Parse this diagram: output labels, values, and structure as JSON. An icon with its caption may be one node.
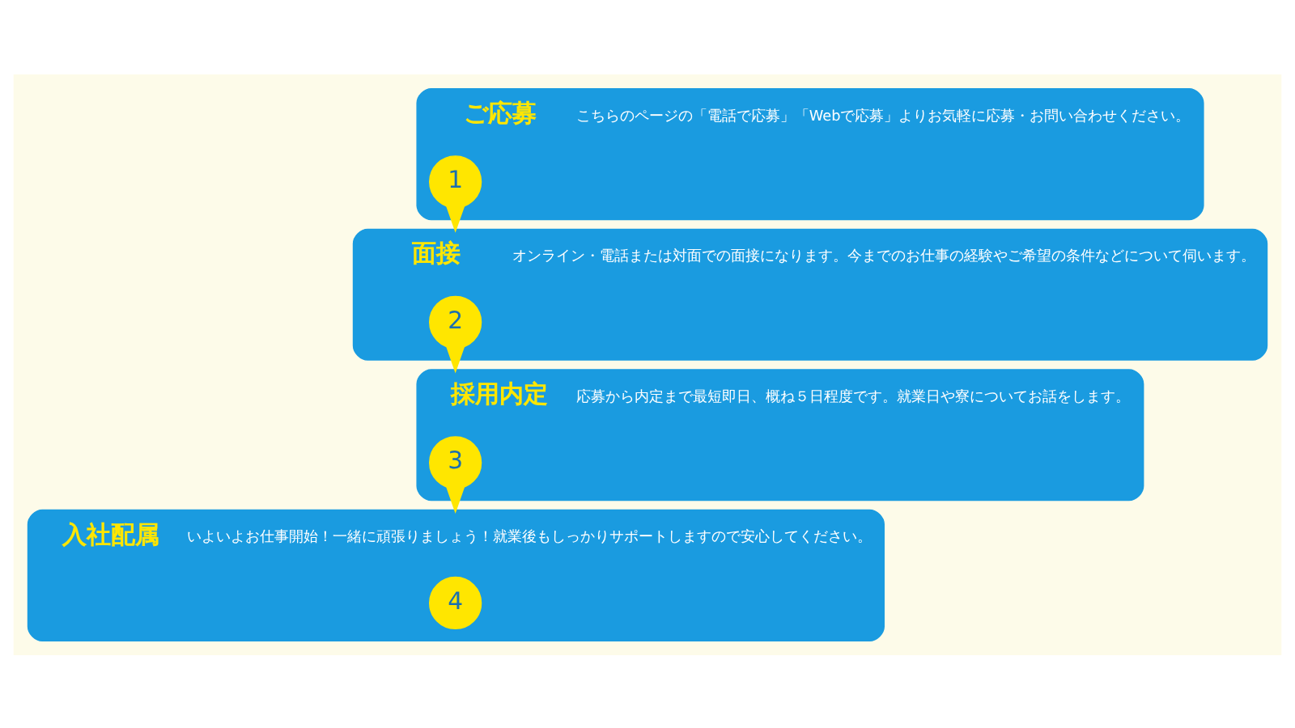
{
  "diagram": {
    "nodes": [
      {
        "text": [
          "ご応募",
          "こちらのページの「電話で応募」「Webで応募」よりお気軽に応募・お問い合わせください。"
        ]
      },
      {
        "text": [
          "1"
        ],
        "in": 0
      },
      {
        "text": [
          "面接",
          "オンライン・電話または対面での面接になります。今までのお仕事の経験やご希望の条件などについて伺います。"
        ]
      },
      {
        "text": [
          "2"
        ],
        "in": 2
      },
      {
        "text": [
          "採用内定",
          "応募から内定まで最短即日、概ね５日程度です。就業日や寮についてお話をします。"
        ]
      },
      {
        "text": [
          "3"
        ],
        "in": 4
      },
      {
        "text": [
          "入社配属",
          "いよいよお仕事開始！一緒に頑張りましょう！就業後もしっかりサポートしますので安心してください。"
        ]
      },
      {
        "text": [
          "4"
        ],
        "in": 6
      }
    ],
    "edges": [
      {
        "from": 0,
        "to": 2,
        "arrow": "to"
      },
      {
        "from": 2,
        "to": 4,
        "arrow": "to"
      },
      {
        "from": 4,
        "to": 6,
        "arrow": "to"
      }
    ]
  }
}
